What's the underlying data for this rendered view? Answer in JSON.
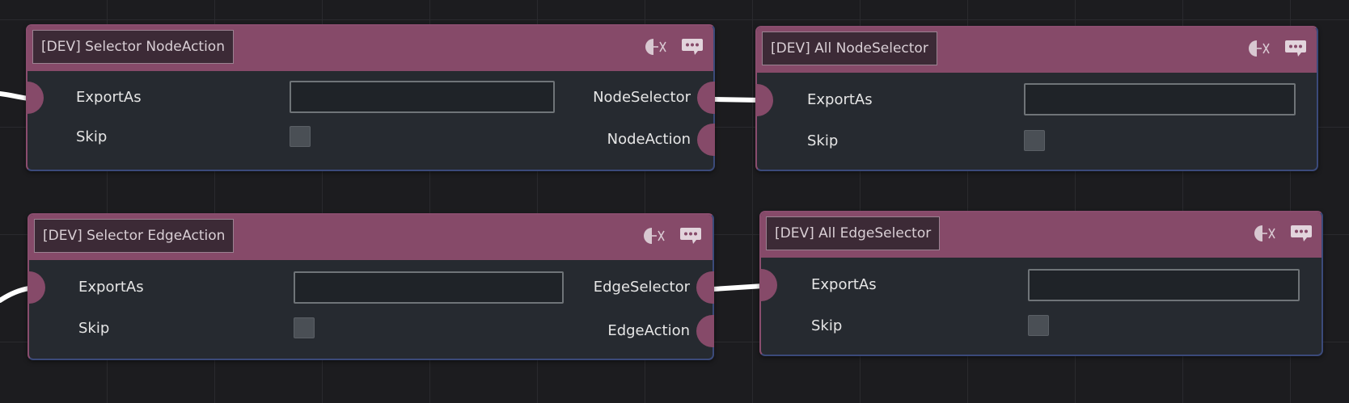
{
  "nodes": [
    {
      "title": "[DEV] Selector NodeAction",
      "inputs": {
        "export_label": "ExportAs",
        "export_value": "",
        "skip_label": "Skip",
        "skip_checked": false
      },
      "outputs": [
        "NodeSelector",
        "NodeAction"
      ]
    },
    {
      "title": "[DEV] All NodeSelector",
      "inputs": {
        "export_label": "ExportAs",
        "export_value": "",
        "skip_label": "Skip",
        "skip_checked": false
      },
      "outputs": []
    },
    {
      "title": "[DEV] Selector EdgeAction",
      "inputs": {
        "export_label": "ExportAs",
        "export_value": "",
        "skip_label": "Skip",
        "skip_checked": false
      },
      "outputs": [
        "EdgeSelector",
        "EdgeAction"
      ]
    },
    {
      "title": "[DEV] All EdgeSelector",
      "inputs": {
        "export_label": "ExportAs",
        "export_value": "",
        "skip_label": "Skip",
        "skip_checked": false
      },
      "outputs": []
    }
  ],
  "icons": {
    "bypass": "bypass-icon",
    "comment": "comment-icon"
  },
  "colors": {
    "header": "#864a69",
    "body": "#262a30",
    "port": "#864a69",
    "canvas": "#1c1c1f",
    "wire": "#ffffff"
  }
}
